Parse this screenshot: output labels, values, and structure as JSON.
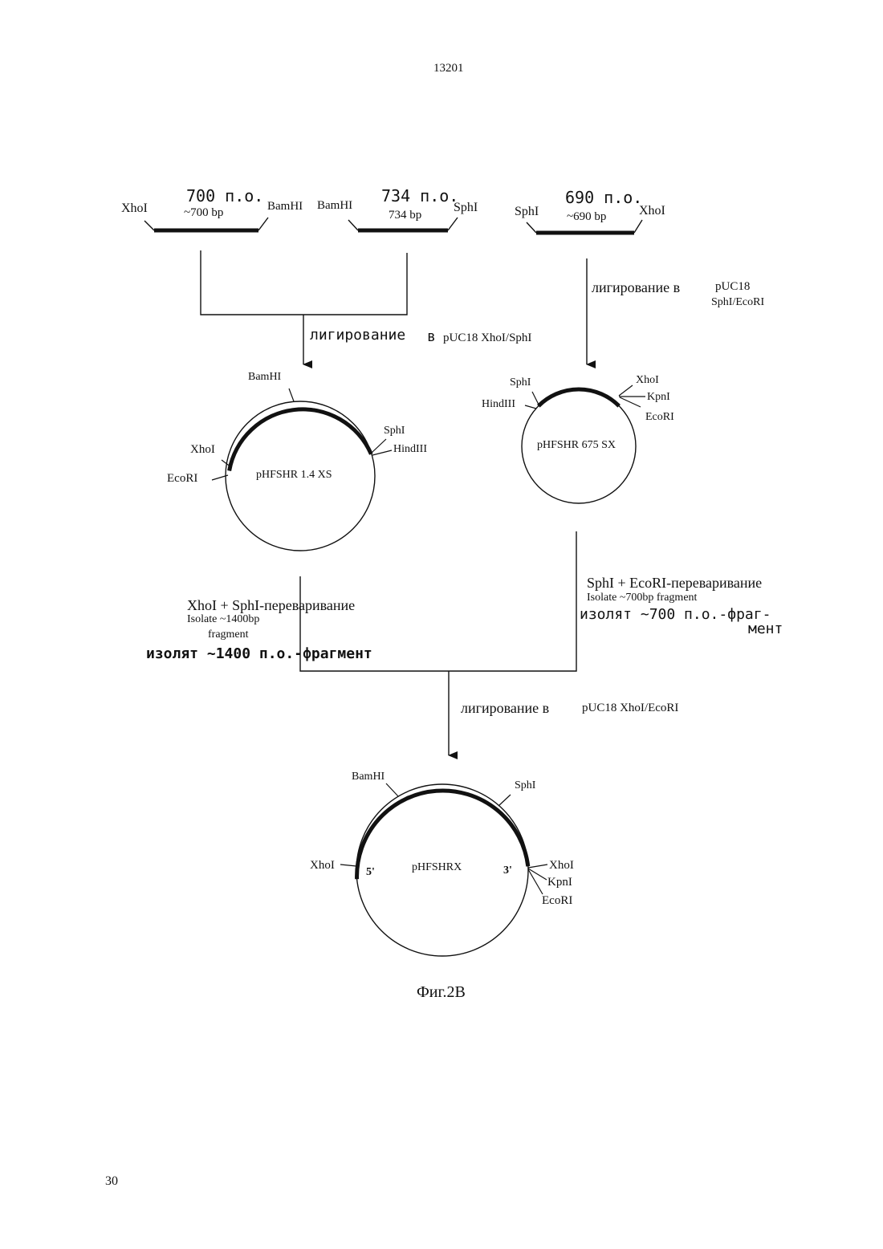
{
  "page": {
    "header_number": "13201",
    "footer_page": "30",
    "figure_caption": "Фиг.2B"
  },
  "fragments": [
    {
      "size_ru": "700 п.о.",
      "size_en": "~700 bp",
      "left_site": "XhoI",
      "right_site": "BamHI"
    },
    {
      "size_ru": "734 п.о.",
      "size_en": "734 bp",
      "left_site": "BamHI",
      "right_site": "SphI"
    },
    {
      "size_ru": "690 п.о.",
      "size_en": "~690 bp",
      "left_site": "SphI",
      "right_site": "XhoI"
    }
  ],
  "steps": {
    "ligation_left_ru": "лигирование",
    "ligation_left_suffix": "в",
    "ligation_left_vector": "pUC18 XhoI/SphI",
    "ligation_right": "лигирование в",
    "ligation_right_vector_1": "pUC18",
    "ligation_right_vector_2": "SphI/EcoRI",
    "digest_left_ru": "XhoI + SphI-переваривание",
    "digest_left_en_1": "Isolate ~1400bp",
    "digest_left_en_2": "fragment",
    "isolate_left_ru": "изолят ~1400 п.о.-фрагмент",
    "digest_right_ru": "SphI + EcoRI-переваривание",
    "digest_right_en": "Isolate ~700bp fragment",
    "isolate_right_ru_1": "изолят ~700 п.о.-фраг-",
    "isolate_right_ru_2": "мент",
    "ligation_final": "лигирование в",
    "ligation_final_vector": "pUC18 XhoI/EcoRI"
  },
  "plasmids": {
    "left": {
      "name": "pHFSHR 1.4 XS",
      "sites": [
        "BamHI",
        "XhoI",
        "EcoRI",
        "SphI",
        "HindIII"
      ]
    },
    "right": {
      "name": "pHFSHR 675 SX",
      "sites": [
        "SphI",
        "HindIII",
        "XhoI",
        "KpnI",
        "EcoRI"
      ]
    },
    "final": {
      "name": "pHFSHRX",
      "sites": [
        "BamHI",
        "SphI",
        "XhoI",
        "XhoI",
        "KpnI",
        "EcoRI"
      ],
      "end5": "5'",
      "end3": "3'"
    }
  }
}
